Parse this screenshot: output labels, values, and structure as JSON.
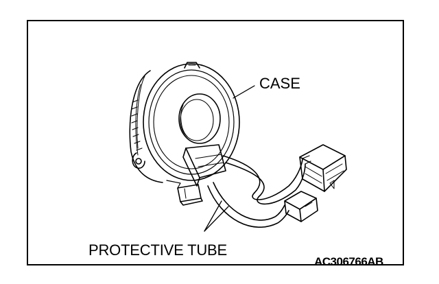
{
  "labels": {
    "case": "CASE",
    "protective_tube": "PROTECTIVE TUBE",
    "figure_code": "AC306766AB"
  },
  "colors": {
    "line": "#000000",
    "background": "#ffffff"
  }
}
